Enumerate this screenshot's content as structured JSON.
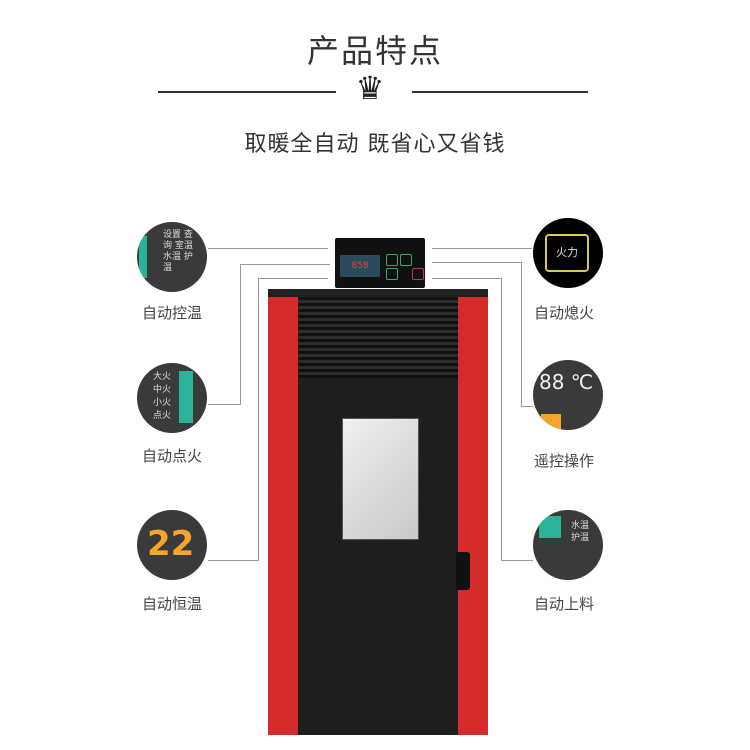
{
  "header": {
    "title": "产品特点",
    "subtitle": "取暖全自动 既省心又省钱",
    "crown_icon": "crown-icon"
  },
  "features": [
    {
      "label": "自动控温",
      "icon_text": "设置 查询 室温 水温 护温"
    },
    {
      "label": "自动点火",
      "icon_text": "大火 中火 小火 点火"
    },
    {
      "label": "自动恒温",
      "icon_text": "22"
    },
    {
      "label": "自动熄火",
      "icon_text": "火力"
    },
    {
      "label": "遥控操作",
      "icon_text": "88 ℃"
    },
    {
      "label": "自动上料",
      "icon_text": "水温 护温"
    }
  ],
  "control_panel": {
    "display": "858"
  },
  "colors": {
    "stove_red": "#d42b2b",
    "stove_black": "#1e1e1e"
  }
}
